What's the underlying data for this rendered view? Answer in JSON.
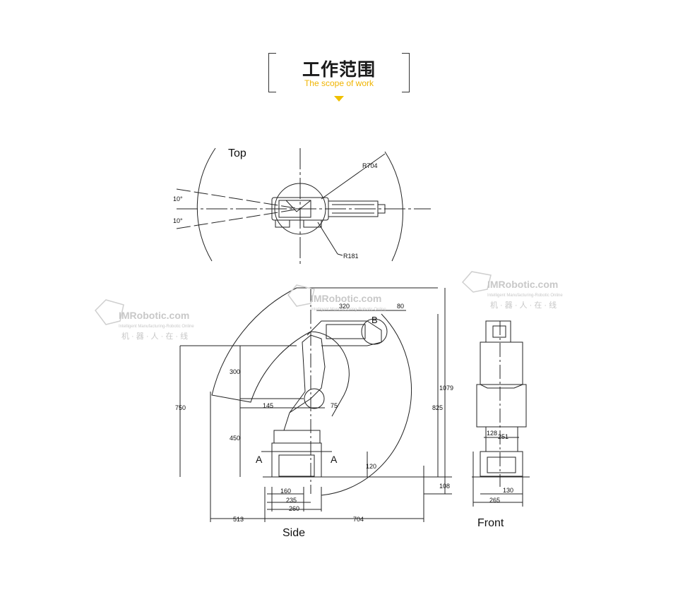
{
  "header": {
    "title_zh": "工作范围",
    "title_en": "The scope of work",
    "accent_color": "#f0b400"
  },
  "views": {
    "top": "Top",
    "side": "Side",
    "front": "Front"
  },
  "top_view": {
    "radius_outer": "R704",
    "radius_inner": "R181",
    "angle_upper": "10°",
    "angle_lower": "10°"
  },
  "side_view": {
    "dims": {
      "d320": "320",
      "d80": "80",
      "d1079": "1079",
      "d825": "825",
      "d750": "750",
      "d300": "300",
      "d450": "450",
      "d145": "145",
      "d75": "75",
      "d120": "120",
      "d108": "108",
      "d160": "160",
      "d235": "235",
      "d260": "260",
      "d513": "513",
      "d704": "704"
    },
    "markers": {
      "a_left": "A",
      "a_right": "A",
      "b": "B"
    }
  },
  "front_view": {
    "dims": {
      "d128": "128",
      "d251": "251",
      "d130": "130",
      "d265": "265"
    }
  },
  "watermark": {
    "brand": "IMRobotic.com",
    "tagline": "Intelligent Manufacturing-Robotic Online",
    "zh": "机 · 器 · 人 · 在 · 线"
  }
}
